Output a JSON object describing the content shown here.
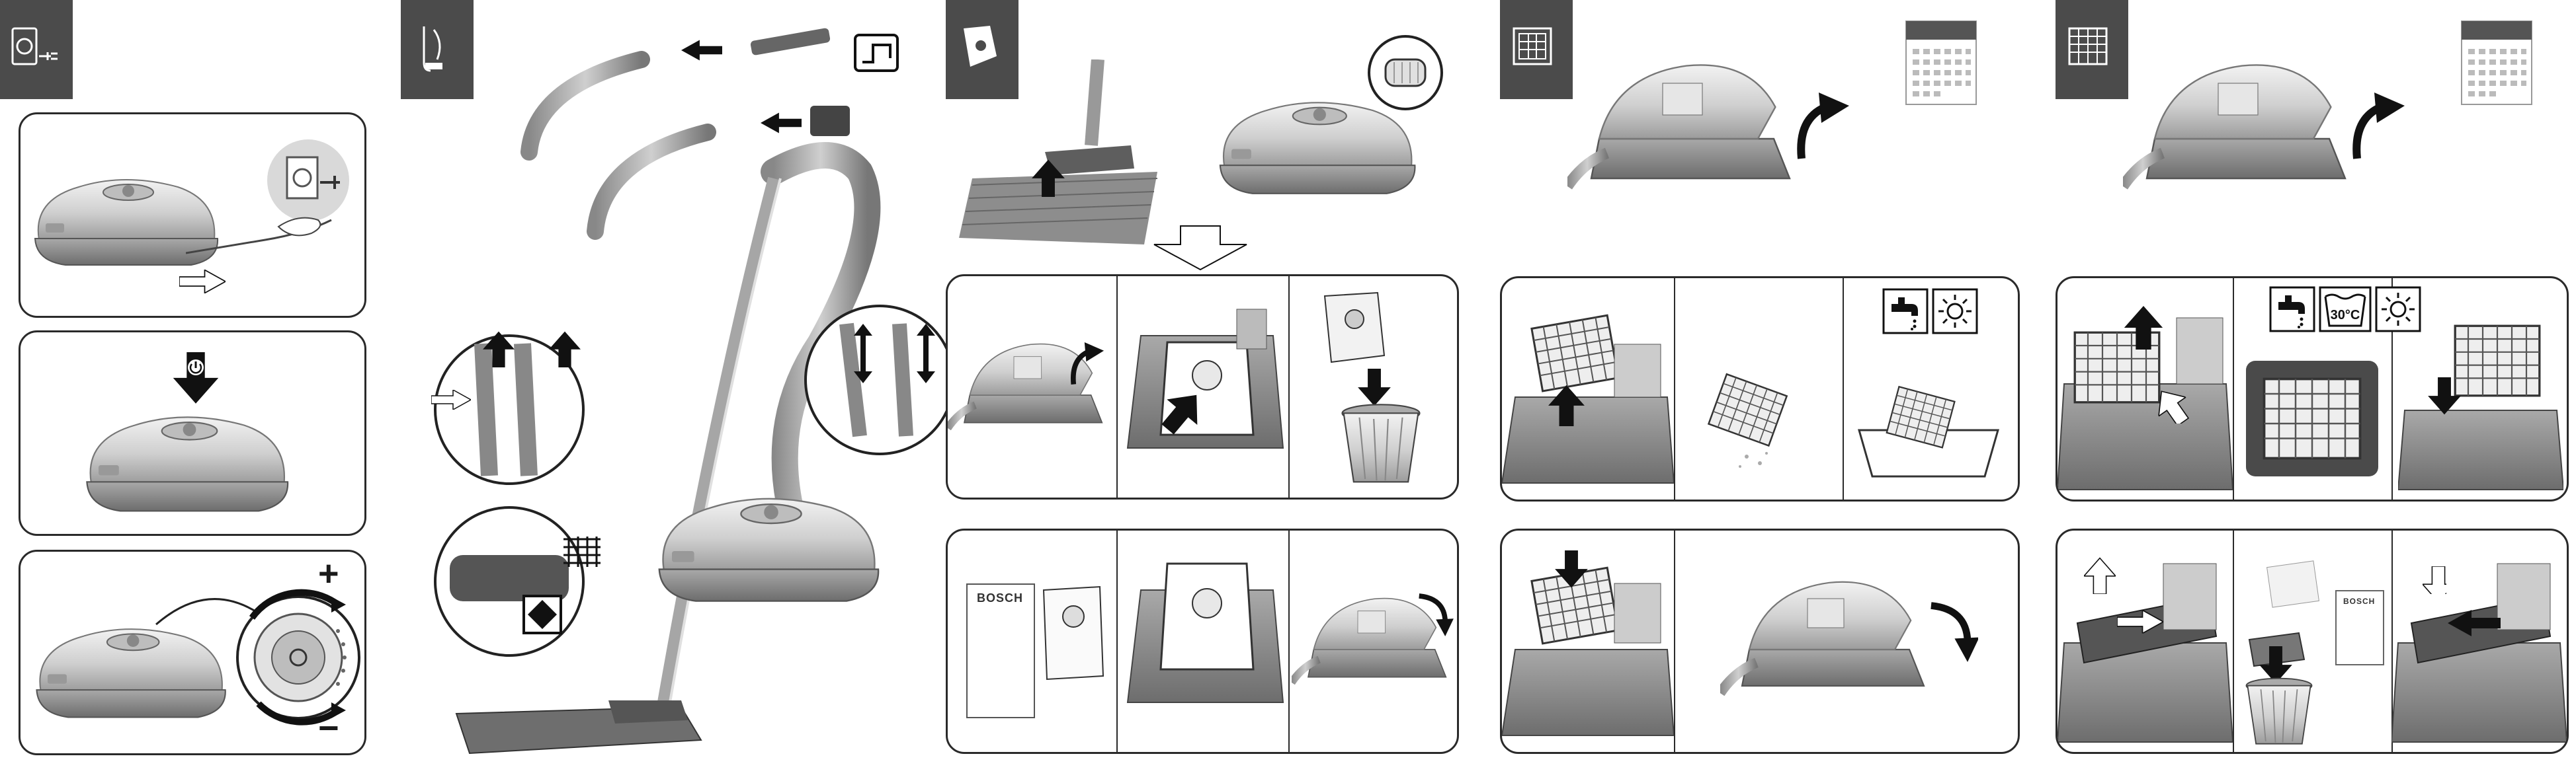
{
  "labels": {
    "bag_box_brand": "BOSCH",
    "filter_box_brand": "BOSCH",
    "wash_temperature": "30°C",
    "power_plus": "+",
    "power_minus": "−"
  },
  "icons": {
    "section1": "plug-socket-icon",
    "section2": "vacuum-accessory-icon",
    "section3": "dust-bag-icon",
    "section4": "motor-filter-icon",
    "section5": "exhaust-filter-icon",
    "calendar": "calendar-icon",
    "tap": "water-tap-icon",
    "sun": "sun-dry-icon"
  },
  "colors": {
    "tab": "#4b4b4b",
    "outline": "#2a2a2a",
    "arrow": "#111111",
    "body": "#d4d4d4",
    "base": "#9a9a9a"
  }
}
